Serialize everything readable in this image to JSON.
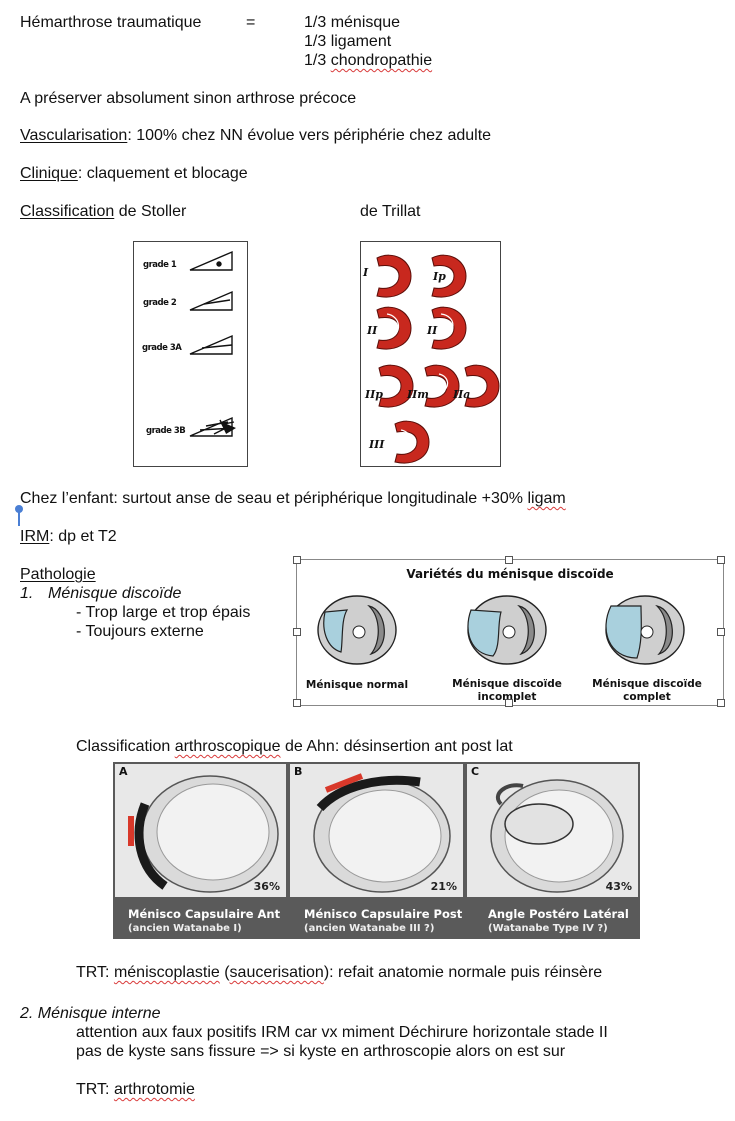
{
  "header": {
    "left": "Hémarthrose traumatique",
    "equals": "=",
    "lines": [
      "1/3 ménisque",
      "1/3 ligament",
      "1/3 chondropathie"
    ]
  },
  "para1": "A préserver absolument sinon arthrose précoce",
  "vascu": {
    "label": "Vascularisation",
    "text": ": 100% chez NN évolue vers périphérie chez adulte"
  },
  "clinique": {
    "label": "Clinique",
    "text": ": claquement et blocage"
  },
  "classif": {
    "label": "Classification",
    "text": " de Stoller",
    "right": "de Trillat"
  },
  "stoller": {
    "grades": [
      "grade 1",
      "grade 2",
      "grade 3A",
      "grade 3B"
    ]
  },
  "trillat": {
    "labels": [
      "I",
      "Ip",
      "II",
      "II",
      "IIp",
      "IIm",
      "IIa",
      "III"
    ]
  },
  "enfant": {
    "text": "Chez l’enfant: surtout anse de seau et périphérique longitudinale +30% ",
    "squiggle": "ligam"
  },
  "irm": {
    "label": "IRM",
    "text": ": dp et T2"
  },
  "pathologie": {
    "label": "Pathologie",
    "item1_num": "1.",
    "item1": "Ménisque discoïde",
    "bullets": [
      "- Trop large et trop épais",
      "- Toujours externe"
    ]
  },
  "discoid": {
    "title": "Variétés du ménisque discoïde",
    "captions": [
      [
        "Ménisque normal"
      ],
      [
        "Ménisque discoïde",
        "incomplet"
      ],
      [
        "Ménisque discoïde",
        "complet"
      ]
    ]
  },
  "ahn": {
    "pre": "Classification ",
    "squiggle": "arthroscopique",
    "post": " de Ahn: désinsertion ant post lat"
  },
  "ahn_panels": [
    {
      "letter": "A",
      "percent": "36%",
      "caption": "Ménisco Capsulaire Ant",
      "sub": "(ancien Watanabe I)"
    },
    {
      "letter": "B",
      "percent": "21%",
      "caption": "Ménisco Capsulaire Post",
      "sub": "(ancien Watanabe III ?)"
    },
    {
      "letter": "C",
      "percent": "43%",
      "caption": "Angle Postéro Latéral",
      "sub": "(Watanabe Type IV ?)"
    }
  ],
  "trt1": {
    "pre": "TRT: ",
    "w1": "méniscoplastie",
    "mid": " (",
    "w2": "saucerisation",
    "post": "): refait anatomie normale puis réinsère"
  },
  "item2": "2. Ménisque interne",
  "item2_lines": [
    "attention aux faux positifs IRM car vx miment Déchirure horizontale stade II",
    "pas de kyste sans fissure => si kyste en arthroscopie alors on est sur"
  ],
  "trt2": {
    "pre": "TRT: ",
    "w": "arthrotomie"
  }
}
